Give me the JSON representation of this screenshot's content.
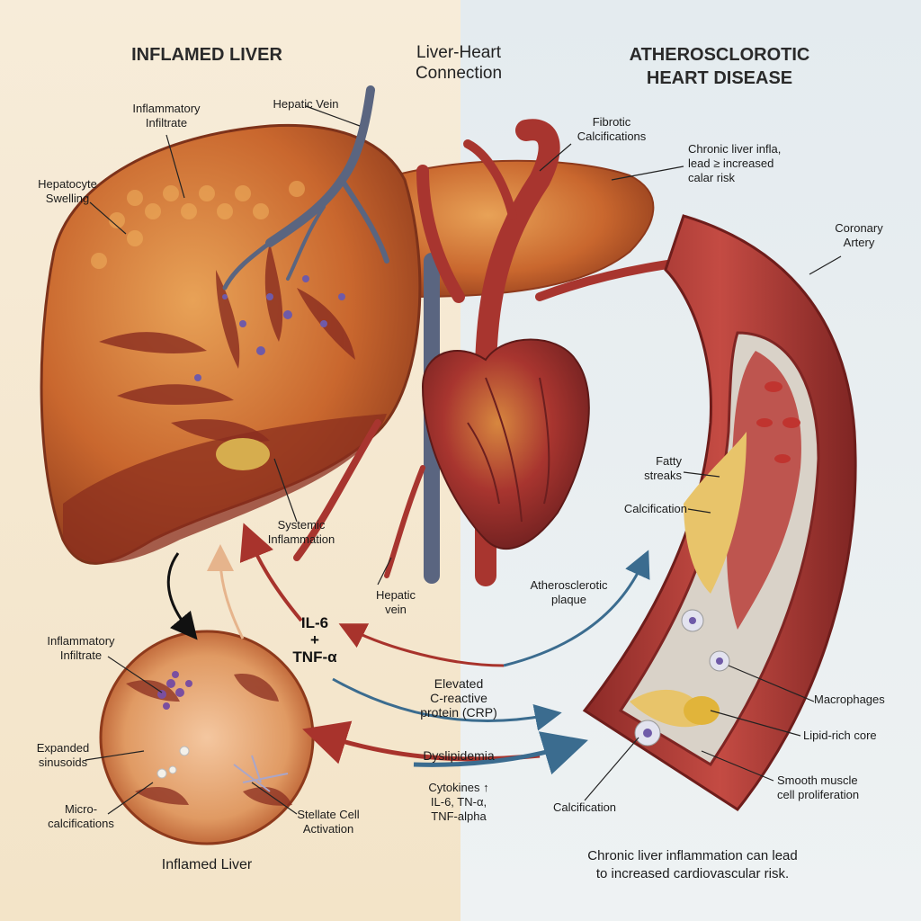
{
  "titles": {
    "left": "INFLAMED LIVER",
    "center_line1": "Liver-Heart",
    "center_line2": "Connection",
    "right_line1": "ATHEROSCLOROTIC",
    "right_line2": "HEART DISEASE"
  },
  "liver_labels": {
    "inflammatory_infiltrate_1": "Inflammatory",
    "inflammatory_infiltrate_2": "Infiltrate",
    "hepatocyte_1": "Hepatocyte",
    "hepatocyte_2": "Swelling",
    "hepatic_vein_top": "Hepatic Vein",
    "systemic_1": "Systemic",
    "systemic_2": "Inflammation",
    "hepatic_vein_low_1": "Hepatic",
    "hepatic_vein_low_2": "vein"
  },
  "inset_labels": {
    "infiltrate_1": "Inflammatory",
    "infiltrate_2": "Infiltrate",
    "sinusoids_1": "Expanded",
    "sinusoids_2": "sinusoids",
    "micro_1": "Micro-",
    "micro_2": "calcifications",
    "stellate_1": "Stellate Cell",
    "stellate_2": "Activation",
    "caption": "Inflamed Liver"
  },
  "center_labels": {
    "il6": "IL-6",
    "plus": "+",
    "tnf": "TNF-α",
    "crp_1": "Elevated",
    "crp_2": "C-reactive",
    "crp_3": "protein (CRP)",
    "dyslipidemia": "Dyslipidemia",
    "cytokines_1": "Cytokines ↑",
    "cytokines_2": "IL-6, TN-α,",
    "cytokines_3": "TNF-alpha"
  },
  "heart_labels": {
    "fibrotic_1": "Fibrotic",
    "fibrotic_2": "Calcifications",
    "chronic_1": "Chronic liver infla,",
    "chronic_2": "lead ≥ increased",
    "chronic_3": "calar risk",
    "coronary_1": "Coronary",
    "coronary_2": "Artery",
    "fatty_1": "Fatty",
    "fatty_2": "streaks",
    "calcification_mid": "Calcification",
    "athero_1": "Atherosclerotic",
    "athero_2": "plaque",
    "macrophages": "Macrophages",
    "lipid": "Lipid-rich core",
    "smooth_1": "Smooth muscle",
    "smooth_2": "cell proliferation",
    "calcification_low": "Calcification"
  },
  "footer": {
    "line1": "Chronic liver inflammation can lead",
    "line2": "to increased cardiovascular risk."
  },
  "colors": {
    "liver": "#c9672e",
    "heart": "#a8352f",
    "artery": "#b8403a",
    "vein": "#5a6580",
    "arrow_red": "#a8332c",
    "arrow_blue": "#3b6c8f"
  }
}
